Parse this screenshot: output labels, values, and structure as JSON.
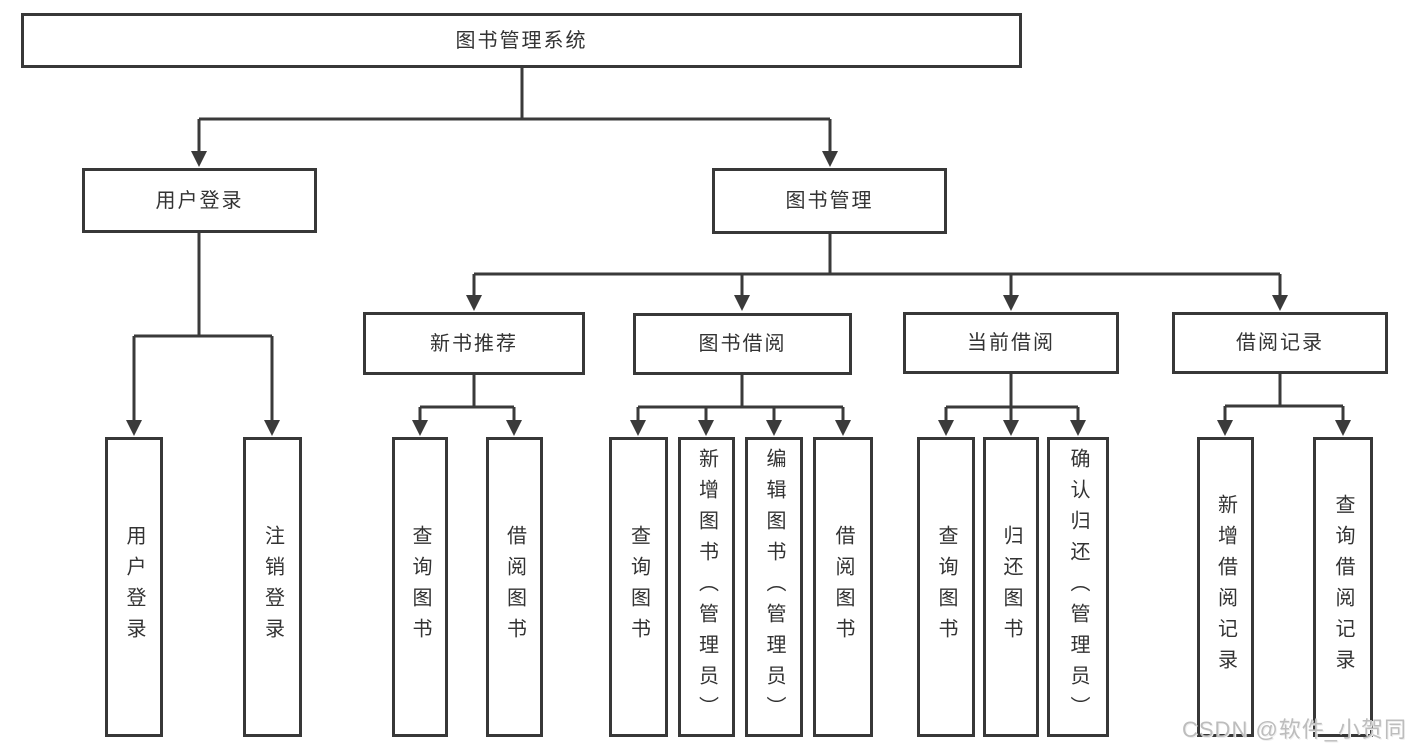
{
  "diagram": {
    "root": {
      "label": "图书管理系统"
    },
    "level2": [
      {
        "label": "用户登录"
      },
      {
        "label": "图书管理"
      }
    ],
    "level3": [
      {
        "label": "新书推荐"
      },
      {
        "label": "图书借阅"
      },
      {
        "label": "当前借阅"
      },
      {
        "label": "借阅记录"
      }
    ],
    "leaves": {
      "user_login": [
        "用户登录",
        "注销登录"
      ],
      "new_book": [
        "查询图书",
        "借阅图书"
      ],
      "book_borrow": [
        "查询图书",
        "新增图书（管理员）",
        "编辑图书（管理员）",
        "借阅图书"
      ],
      "current_borrow": [
        "查询图书",
        "归还图书",
        "确认归还（管理员）"
      ],
      "borrow_record": [
        "新增借阅记录",
        "查询借阅记录"
      ]
    },
    "colors": {
      "line": "#3a3a3a",
      "border": "#383838",
      "text": "#333333",
      "background": "#ffffff",
      "watermark": "#bdbdbd"
    }
  },
  "watermark": {
    "text": "CSDN @软件_小贺同学"
  }
}
